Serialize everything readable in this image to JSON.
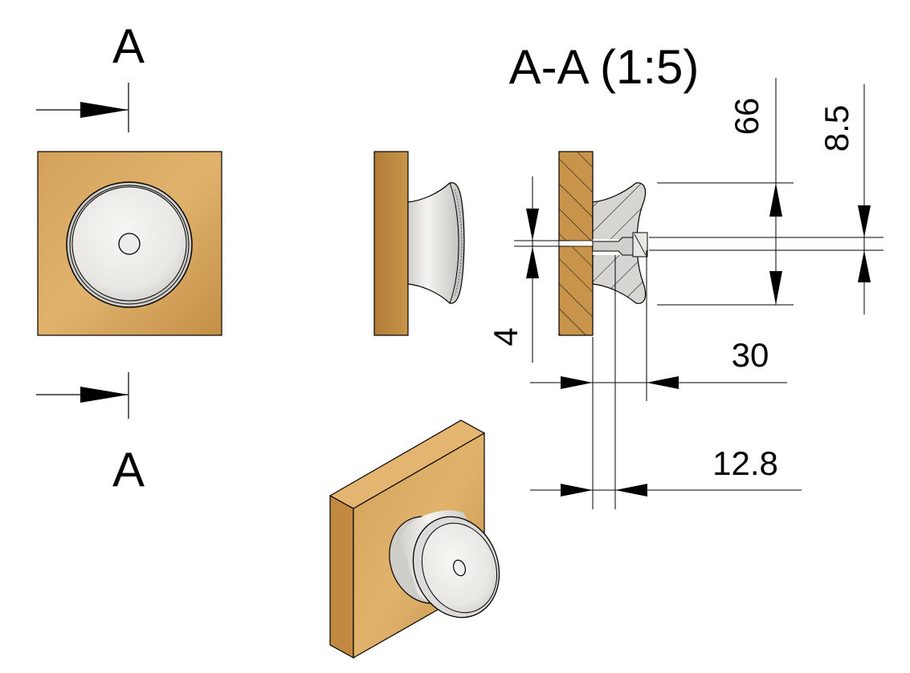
{
  "section_label_top": "A",
  "section_label_bottom": "A",
  "section_title": "A-A (1:5)",
  "dimensions": {
    "diameter": "66",
    "depth_small": "8.5",
    "hole": "4",
    "length": "30",
    "offset": "12.8"
  },
  "colors": {
    "wood_light": "#d9aa62",
    "wood_mid": "#c8944b",
    "wood_dark": "#b27c36",
    "knob_light": "#f2f1ee",
    "knob_mid": "#d9d8d4",
    "knob_shadow": "#a9a8a4",
    "section_fill": "#d6d5d2",
    "line": "#000000"
  }
}
